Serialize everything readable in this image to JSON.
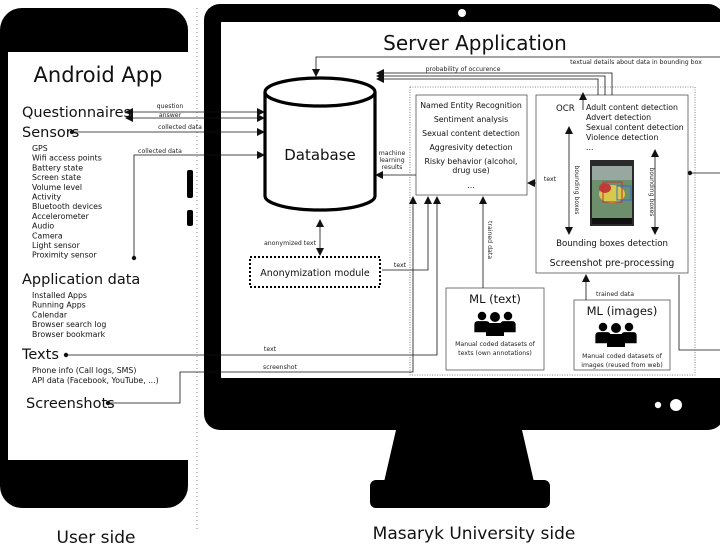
{
  "user_side": {
    "caption": "User side",
    "app_title": "Android App",
    "questionnaires": "Questionnaires",
    "sensors": "Sensors",
    "sensor_items": [
      "GPS",
      "Wifi access points",
      "Battery state",
      "Screen state",
      "Volume level",
      "Activity",
      "Bluetooth devices",
      "Accelerometer",
      "Audio",
      "Camera",
      "Light sensor",
      "Proximity sensor"
    ],
    "application_data": "Application data",
    "app_items": [
      "Installed Apps",
      "Running Apps",
      "Calendar",
      "Browser search log",
      "Browser bookmark"
    ],
    "texts": "Texts",
    "text_items": [
      "Phone info (Call logs, SMS)",
      "API data (Facebook, YouTube, ...)"
    ],
    "screenshots": "Screenshots"
  },
  "server_side": {
    "caption": "Masaryk University side",
    "title": "Server Application",
    "database": "Database",
    "anonymization": "Anonymization module",
    "text_analysis": [
      "Named Entity Recognition",
      "Sentiment analysis",
      "Sexual content detection",
      "Aggresivity detection",
      "Risky behavior (alcohol,",
      "drug use)",
      "..."
    ],
    "screenshot_box_title": "Screenshot pre-processing",
    "ocr": "OCR",
    "image_detections": [
      "Adult content detection",
      "Advert detection",
      "Sexual content detection",
      "Violence detection",
      "..."
    ],
    "bounding_boxes_detection": "Bounding boxes detection",
    "ml_text": {
      "title": "ML (text)",
      "desc": [
        "Manual coded datasets of",
        "texts (own annotations)"
      ]
    },
    "ml_images": {
      "title": "ML (images)",
      "desc": [
        "Manual coded datasets of",
        "images (reused from web)"
      ]
    }
  },
  "edge_labels": {
    "question": "question",
    "answer": "answer",
    "collected_data_1": "collected data",
    "collected_data_2": "collected data",
    "text_1": "text",
    "screenshot": "screenshot",
    "anonymized_text": "anonymized text",
    "text_2": "text",
    "machine_learning_results": [
      "machine",
      "learning",
      "results"
    ],
    "probability": "probability of occurence",
    "textual_details": "textual details about data in bounding box",
    "trained_data_1": "trained data",
    "trained_data_2": "trained data",
    "text_3": "text",
    "bounding_boxes_1": "bounding boxes",
    "bounding_boxes_2": "bounding boxes"
  }
}
